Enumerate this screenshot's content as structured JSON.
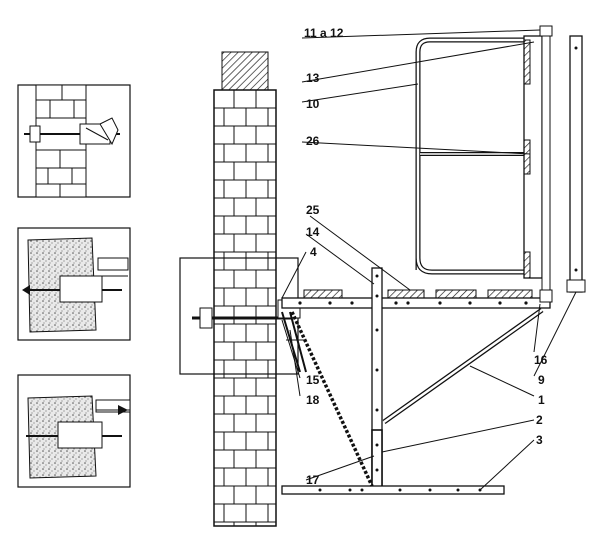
{
  "labels": {
    "l_11a12": "11 a 12",
    "l_13": "13",
    "l_10": "10",
    "l_26": "26",
    "l_25": "25",
    "l_14": "14",
    "l_4": "4",
    "l_16": "16",
    "l_9": "9",
    "l_1": "1",
    "l_15": "15",
    "l_18": "18",
    "l_2": "2",
    "l_3": "3",
    "l_17": "17"
  },
  "colors": {
    "ink": "#111111",
    "paper": "#ffffff"
  }
}
